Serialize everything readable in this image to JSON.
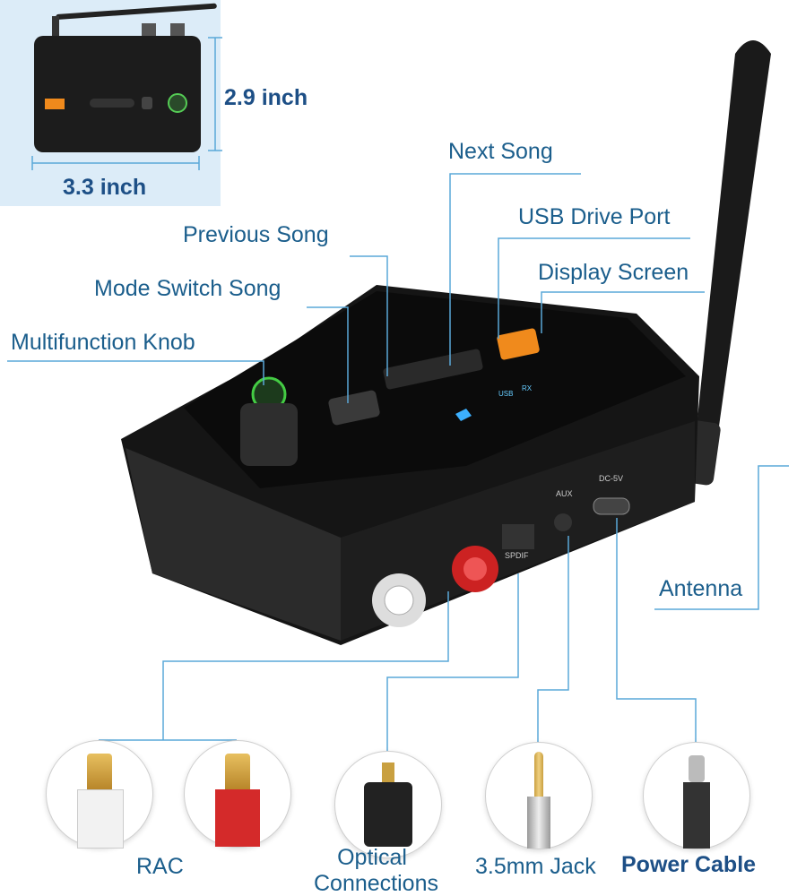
{
  "dimensions": {
    "height": "2.9 inch",
    "width": "3.3 inch"
  },
  "callouts": {
    "next_song": "Next Song",
    "usb_drive_port": "USB Drive Port",
    "previous_song": "Previous Song",
    "display_screen": "Display Screen",
    "mode_switch_song": "Mode Switch Song",
    "multifunction_knob": "Multifunction Knob",
    "antenna": "Antenna"
  },
  "device_markings": {
    "aux": "AUX",
    "dc": "DC-5V",
    "spdif": "SPDIF",
    "rx": "RX",
    "usb": "USB"
  },
  "connectors": [
    {
      "label": "RAC"
    },
    {
      "label_line1": "Optical",
      "label_line2": "Connections"
    },
    {
      "label": "3.5mm Jack"
    },
    {
      "label": "Power Cable"
    }
  ],
  "colors": {
    "label": "#1b5e8c",
    "line": "#5aa8d8",
    "box": "#dcecf8",
    "device": "#1a1a1a",
    "rca_red": "#d42a2a",
    "usb_orange": "#f08a1c"
  }
}
